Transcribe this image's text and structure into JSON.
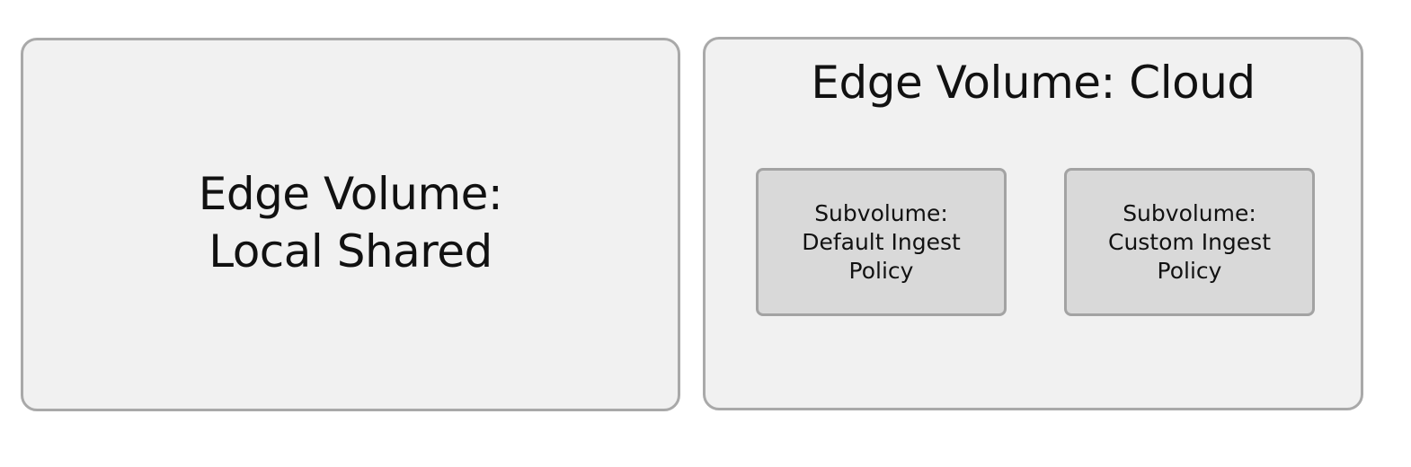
{
  "panels": {
    "local": {
      "title": "Edge Volume:\nLocal Shared"
    },
    "cloud": {
      "title": "Edge Volume: Cloud",
      "subvolumes": [
        {
          "label": "Subvolume:\nDefault Ingest\nPolicy"
        },
        {
          "label": "Subvolume:\nCustom Ingest\nPolicy"
        }
      ]
    }
  },
  "colors": {
    "panel_fill": "#f1f1f1",
    "panel_border": "#a9a9a9",
    "subvolume_fill": "#d9d9d9",
    "subvolume_border": "#a3a3a3",
    "text": "#111111"
  }
}
